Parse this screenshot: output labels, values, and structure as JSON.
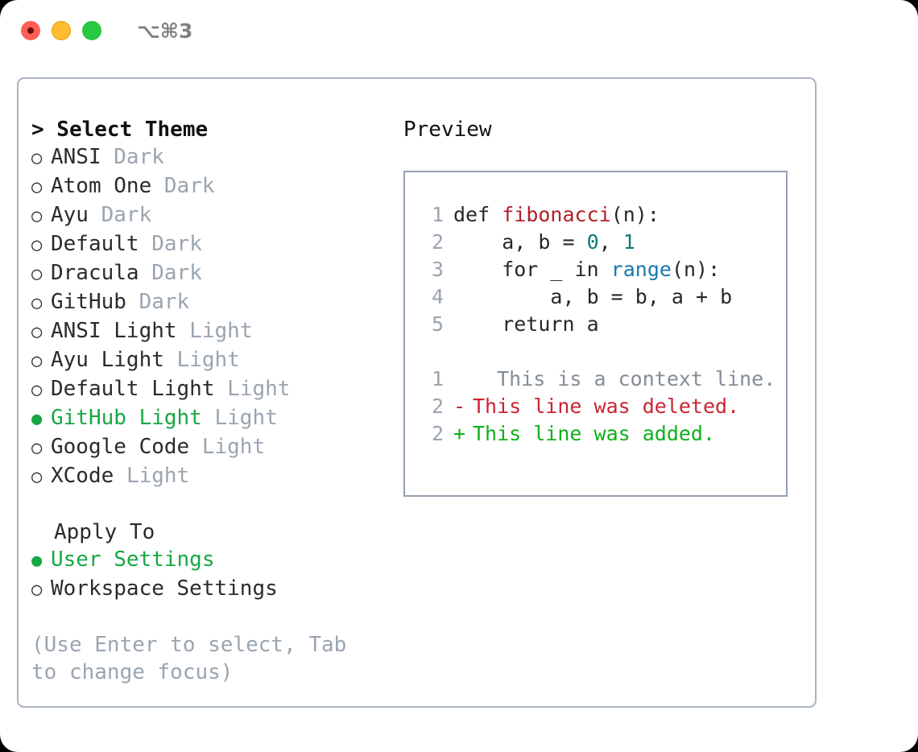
{
  "titlebar": {
    "lights": [
      "close-red",
      "minimize-yellow",
      "maximize-green"
    ],
    "shortcut": "⌥⌘3"
  },
  "left_panel": {
    "heading": "> Select Theme",
    "bullet_selected": "●",
    "bullet_unselected": "○",
    "themes": [
      {
        "name": "ANSI",
        "tag": "Dark",
        "selected": false
      },
      {
        "name": "Atom One",
        "tag": "Dark",
        "selected": false
      },
      {
        "name": "Ayu",
        "tag": "Dark",
        "selected": false
      },
      {
        "name": "Default",
        "tag": "Dark",
        "selected": false
      },
      {
        "name": "Dracula",
        "tag": "Dark",
        "selected": false
      },
      {
        "name": "GitHub",
        "tag": "Dark",
        "selected": false
      },
      {
        "name": "ANSI Light",
        "tag": "Light",
        "selected": false
      },
      {
        "name": "Ayu Light",
        "tag": "Light",
        "selected": false
      },
      {
        "name": "Default Light",
        "tag": "Light",
        "selected": false
      },
      {
        "name": "GitHub Light",
        "tag": "Light",
        "selected": true
      },
      {
        "name": "Google Code",
        "tag": "Light",
        "selected": false
      },
      {
        "name": "XCode",
        "tag": "Light",
        "selected": false
      }
    ],
    "apply_to": {
      "heading": "Apply To",
      "options": [
        {
          "label": "User Settings",
          "selected": true
        },
        {
          "label": "Workspace Settings",
          "selected": false
        }
      ]
    },
    "hint": "(Use Enter to select, Tab to change focus)"
  },
  "preview": {
    "title": "Preview",
    "code_lines": [
      {
        "lineno": "1",
        "tokens": [
          {
            "text": "def ",
            "type": "plain"
          },
          {
            "text": "fibonacci",
            "type": "fn"
          },
          {
            "text": "(n):",
            "type": "plain"
          }
        ]
      },
      {
        "lineno": "2",
        "tokens": [
          {
            "text": "    a, b = ",
            "type": "plain"
          },
          {
            "text": "0",
            "type": "num"
          },
          {
            "text": ", ",
            "type": "plain"
          },
          {
            "text": "1",
            "type": "num"
          }
        ]
      },
      {
        "lineno": "3",
        "tokens": [
          {
            "text": "    for _ in ",
            "type": "plain"
          },
          {
            "text": "range",
            "type": "call"
          },
          {
            "text": "(n):",
            "type": "plain"
          }
        ]
      },
      {
        "lineno": "4",
        "tokens": [
          {
            "text": "        a, b = b, a + b",
            "type": "plain"
          }
        ]
      },
      {
        "lineno": "5",
        "tokens": [
          {
            "text": "    return a",
            "type": "plain"
          }
        ]
      }
    ],
    "diff_lines": [
      {
        "lineno": "1",
        "marker": " ",
        "text": "  This is a context line.",
        "kind": "context"
      },
      {
        "lineno": "2",
        "marker": "-",
        "text": "This line was deleted.",
        "kind": "delete"
      },
      {
        "lineno": "2",
        "marker": "+",
        "text": "This line was added.",
        "kind": "add"
      }
    ]
  },
  "colors": {
    "accent_green": "#17a844",
    "muted": "#9aa5b1",
    "border": "#aab4c0",
    "preview_border": "#94a1b0",
    "diff_delete": "#cb2431",
    "diff_add": "#10b11a",
    "token_function": "#b31d28",
    "token_number": "#0d7a7a",
    "token_call": "#1678b4"
  }
}
